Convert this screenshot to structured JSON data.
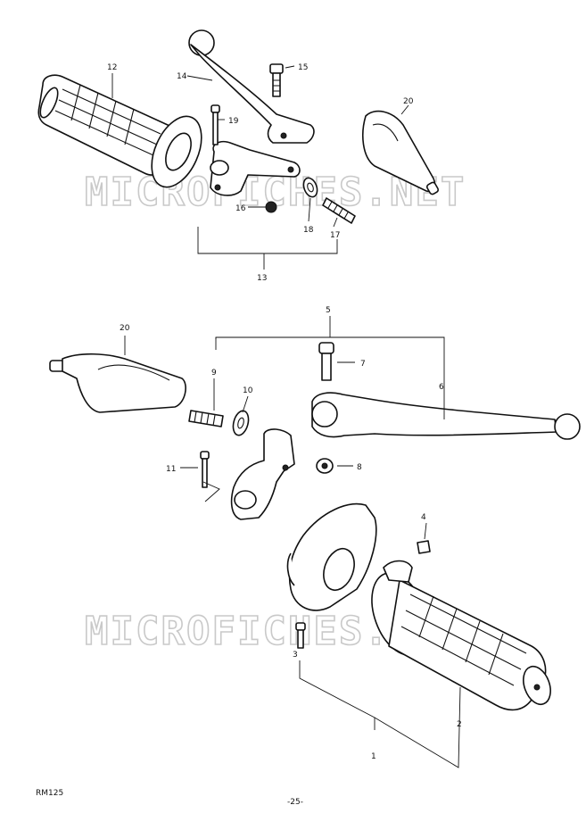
{
  "watermark": "MICROFICHES.NET",
  "parts": {
    "p1": "1",
    "p2": "2",
    "p3": "3",
    "p4": "4",
    "p5": "5",
    "p6": "6",
    "p7": "7",
    "p8": "8",
    "p9": "9",
    "p10": "10",
    "p11": "11",
    "p12": "12",
    "p13": "13",
    "p14": "14",
    "p15": "15",
    "p16": "16",
    "p17": "17",
    "p18": "18",
    "p19": "19",
    "p20a": "20",
    "p20b": "20"
  },
  "footer": {
    "model": "RM125",
    "page": "-25-"
  }
}
